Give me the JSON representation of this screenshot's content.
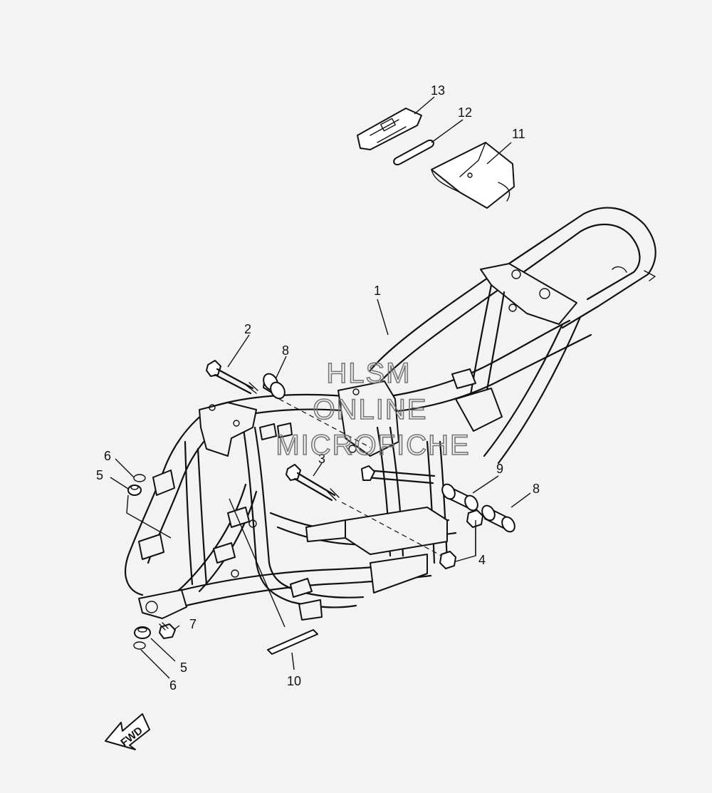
{
  "watermark": {
    "line1": "HLSM",
    "line2": "ONLINE",
    "line3": "MICROFICHE"
  },
  "direction_arrow": {
    "label": "FWD",
    "icon": "forward-arrow-icon"
  },
  "callouts": {
    "c1": "1",
    "c2": "2",
    "c3": "3",
    "c4": "4",
    "c5a": "5",
    "c5b": "5",
    "c6a": "6",
    "c6b": "6",
    "c7": "7",
    "c8a": "8",
    "c8b": "8",
    "c9": "9",
    "c10": "10",
    "c11": "11",
    "c12": "12",
    "c13": "13"
  }
}
